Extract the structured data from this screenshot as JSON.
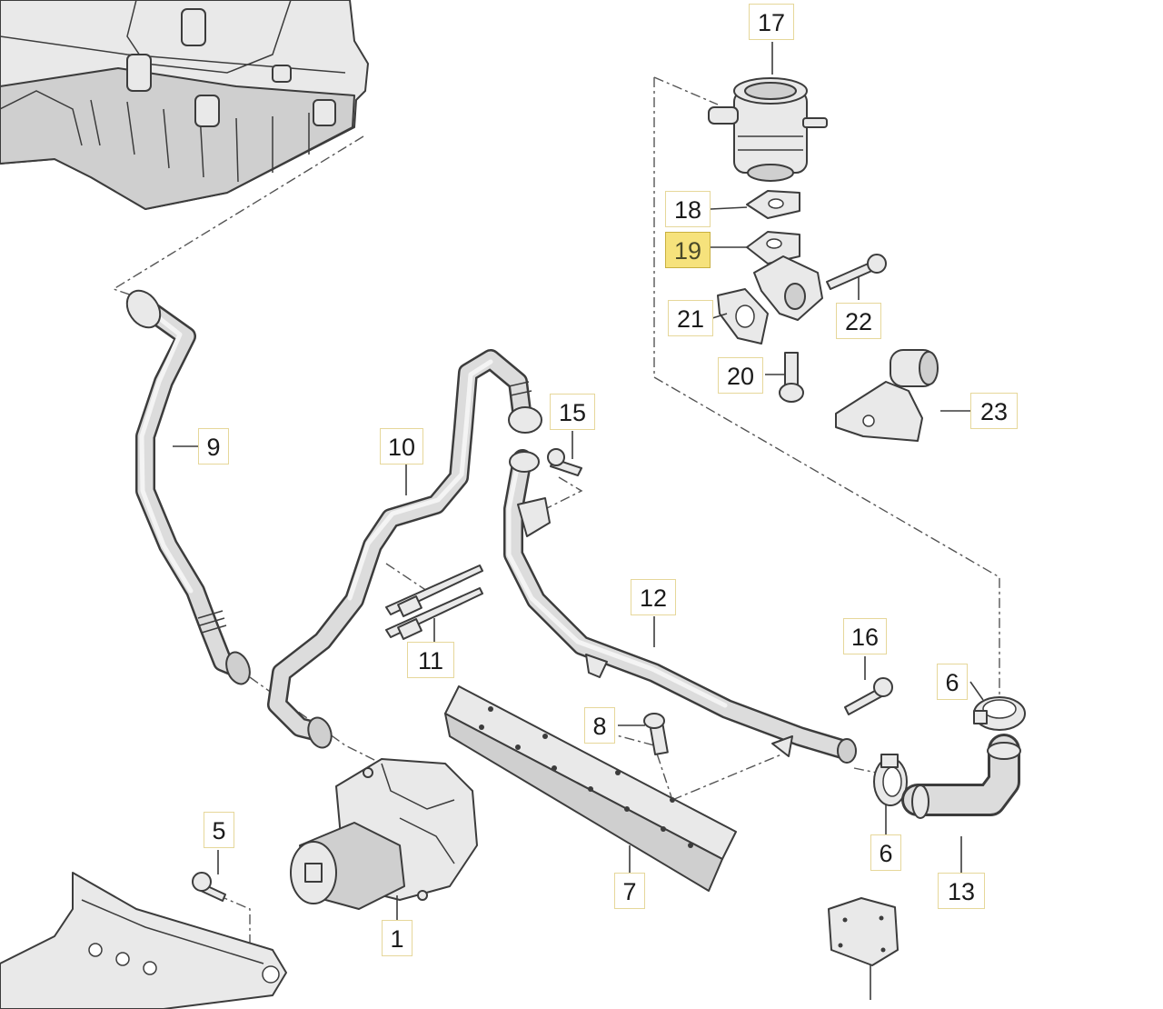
{
  "diagram": {
    "callouts": [
      {
        "id": "17",
        "label": "17"
      },
      {
        "id": "18",
        "label": "18"
      },
      {
        "id": "19",
        "label": "19",
        "highlighted": true
      },
      {
        "id": "21",
        "label": "21"
      },
      {
        "id": "22",
        "label": "22"
      },
      {
        "id": "20",
        "label": "20"
      },
      {
        "id": "23",
        "label": "23"
      },
      {
        "id": "15",
        "label": "15"
      },
      {
        "id": "9",
        "label": "9"
      },
      {
        "id": "10",
        "label": "10"
      },
      {
        "id": "12",
        "label": "12"
      },
      {
        "id": "11",
        "label": "11"
      },
      {
        "id": "16",
        "label": "16"
      },
      {
        "id": "6a",
        "label": "6"
      },
      {
        "id": "8",
        "label": "8"
      },
      {
        "id": "6b",
        "label": "6"
      },
      {
        "id": "5",
        "label": "5"
      },
      {
        "id": "7",
        "label": "7"
      },
      {
        "id": "13",
        "label": "13"
      },
      {
        "id": "1",
        "label": "1"
      }
    ],
    "colors": {
      "highlight": "#f6e27c",
      "label_border": "#e6d79a",
      "line": "#3c3c3c",
      "part_fill": "#e9e9e9"
    }
  }
}
